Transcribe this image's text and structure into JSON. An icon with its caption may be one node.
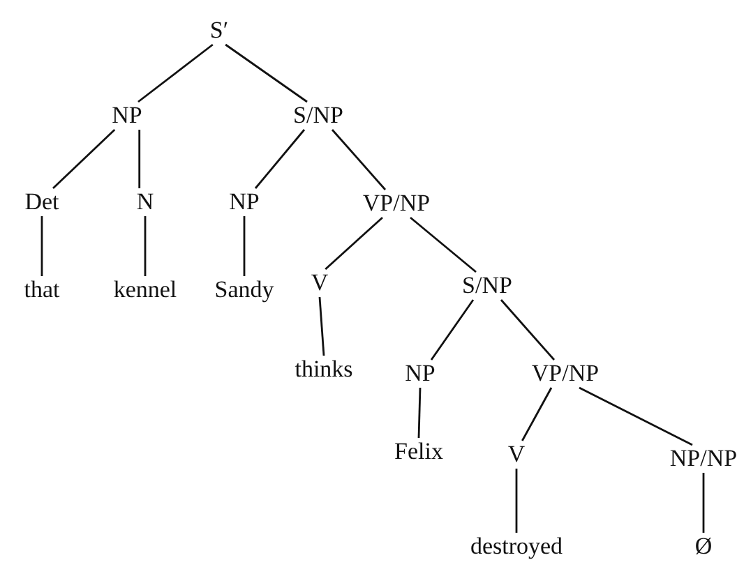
{
  "diagram": {
    "nodes": [
      {
        "text": [
          "S′"
        ]
      },
      {
        "text": [
          "NP"
        ]
      },
      {
        "text": [
          "S/NP"
        ]
      },
      {
        "text": [
          "Det"
        ]
      },
      {
        "text": [
          "N"
        ]
      },
      {
        "text": [
          "that"
        ]
      },
      {
        "text": [
          "kennel"
        ]
      },
      {
        "text": [
          "NP"
        ]
      },
      {
        "text": [
          "Sandy"
        ]
      },
      {
        "text": [
          "VP/NP"
        ]
      },
      {
        "text": [
          "V"
        ]
      },
      {
        "text": [
          "thinks"
        ]
      },
      {
        "text": [
          "S/NP"
        ]
      },
      {
        "text": [
          "NP"
        ]
      },
      {
        "text": [
          "Felix"
        ]
      },
      {
        "text": [
          "VP/NP"
        ]
      },
      {
        "text": [
          "V"
        ]
      },
      {
        "text": [
          "destroyed"
        ]
      },
      {
        "text": [
          "NP/NP"
        ]
      },
      {
        "text": [
          "Ø"
        ]
      }
    ],
    "edges": [
      {
        "from": 0,
        "to": 1,
        "arrow": "none"
      },
      {
        "from": 0,
        "to": 2,
        "arrow": "none"
      },
      {
        "from": 1,
        "to": 3,
        "arrow": "none"
      },
      {
        "from": 1,
        "to": 4,
        "arrow": "none"
      },
      {
        "from": 3,
        "to": 5,
        "arrow": "none"
      },
      {
        "from": 4,
        "to": 6,
        "arrow": "none"
      },
      {
        "from": 2,
        "to": 7,
        "arrow": "none"
      },
      {
        "from": 2,
        "to": 9,
        "arrow": "none"
      },
      {
        "from": 7,
        "to": 8,
        "arrow": "none"
      },
      {
        "from": 9,
        "to": 10,
        "arrow": "none"
      },
      {
        "from": 9,
        "to": 12,
        "arrow": "none"
      },
      {
        "from": 10,
        "to": 11,
        "arrow": "none"
      },
      {
        "from": 12,
        "to": 13,
        "arrow": "none"
      },
      {
        "from": 12,
        "to": 15,
        "arrow": "none"
      },
      {
        "from": 13,
        "to": 14,
        "arrow": "none"
      },
      {
        "from": 15,
        "to": 16,
        "arrow": "none"
      },
      {
        "from": 15,
        "to": 18,
        "arrow": "none"
      },
      {
        "from": 16,
        "to": 17,
        "arrow": "none"
      },
      {
        "from": 18,
        "to": 19,
        "arrow": "none"
      }
    ]
  }
}
